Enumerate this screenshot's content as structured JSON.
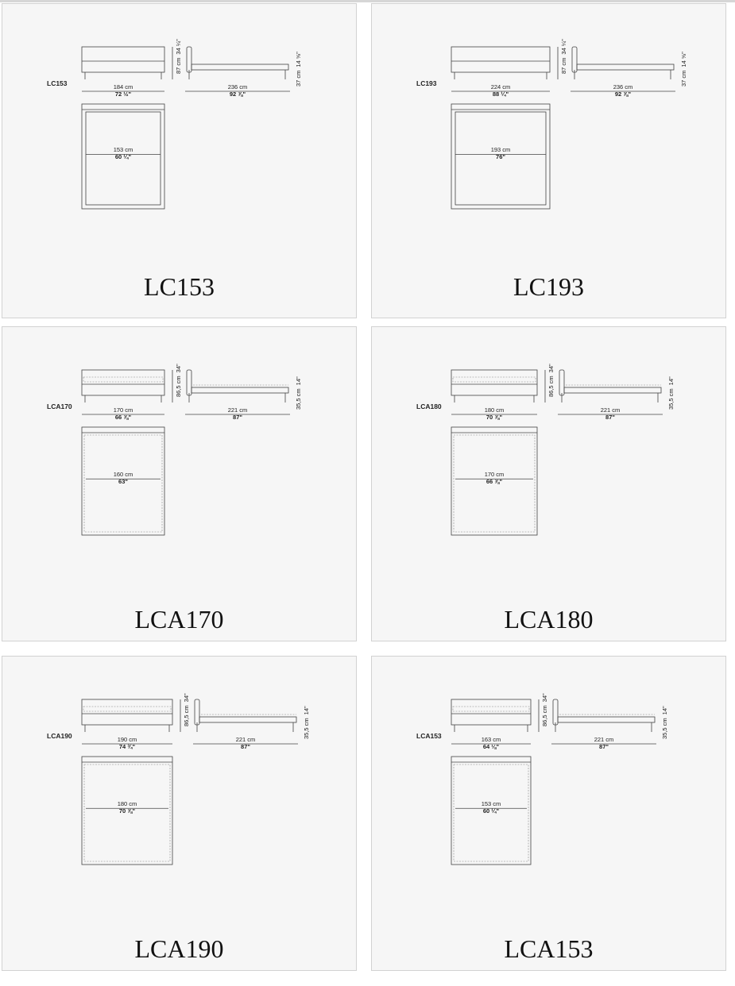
{
  "cards": [
    {
      "title": "LC153",
      "code": "LC153",
      "width": {
        "cm": "184 cm",
        "in": "72 ½\""
      },
      "length": {
        "cm": "236 cm",
        "in": "92 ⅞\""
      },
      "height": {
        "cm": "87 cm",
        "in": "34 ¼\""
      },
      "base_height": {
        "cm": "37 cm",
        "in": "14 ⅝\""
      },
      "mattress": {
        "cm": "153 cm",
        "in": "60 ¼\""
      }
    },
    {
      "title": "LC193",
      "code": "LC193",
      "width": {
        "cm": "224 cm",
        "in": "88 ¼\""
      },
      "length": {
        "cm": "236 cm",
        "in": "92 ⅞\""
      },
      "height": {
        "cm": "87 cm",
        "in": "34 ¼\""
      },
      "base_height": {
        "cm": "37 cm",
        "in": "14 ⅝\""
      },
      "mattress": {
        "cm": "193 cm",
        "in": "76\""
      }
    },
    {
      "title": "LCA170",
      "code": "LCA170",
      "width": {
        "cm": "170 cm",
        "in": "66 ⅞\""
      },
      "length": {
        "cm": "221 cm",
        "in": "87\""
      },
      "height": {
        "cm": "86,5 cm",
        "in": "34\""
      },
      "base_height": {
        "cm": "35,5 cm",
        "in": "14\""
      },
      "mattress": {
        "cm": "160 cm",
        "in": "63\""
      }
    },
    {
      "title": "LCA180",
      "code": "LCA180",
      "width": {
        "cm": "180 cm",
        "in": "70 ⅞\""
      },
      "length": {
        "cm": "221 cm",
        "in": "87\""
      },
      "height": {
        "cm": "86,5 cm",
        "in": "34\""
      },
      "base_height": {
        "cm": "35,5 cm",
        "in": "14\""
      },
      "mattress": {
        "cm": "170 cm",
        "in": "66 ⅞\""
      }
    },
    {
      "title": "LCA190",
      "code": "LCA190",
      "width": {
        "cm": "190 cm",
        "in": "74 ¾\""
      },
      "length": {
        "cm": "221 cm",
        "in": "87\""
      },
      "height": {
        "cm": "86,5 cm",
        "in": "34\""
      },
      "base_height": {
        "cm": "35,5 cm",
        "in": "14\""
      },
      "mattress": {
        "cm": "180 cm",
        "in": "70 ⅞\""
      }
    },
    {
      "title": "LCA153",
      "code": "LCA153",
      "width": {
        "cm": "163 cm",
        "in": "64 ⅛\""
      },
      "length": {
        "cm": "221 cm",
        "in": "87\""
      },
      "height": {
        "cm": "86,5 cm",
        "in": "34\""
      },
      "base_height": {
        "cm": "35,5 cm",
        "in": "14\""
      },
      "mattress": {
        "cm": "153 cm",
        "in": "60 ¼\""
      }
    }
  ]
}
